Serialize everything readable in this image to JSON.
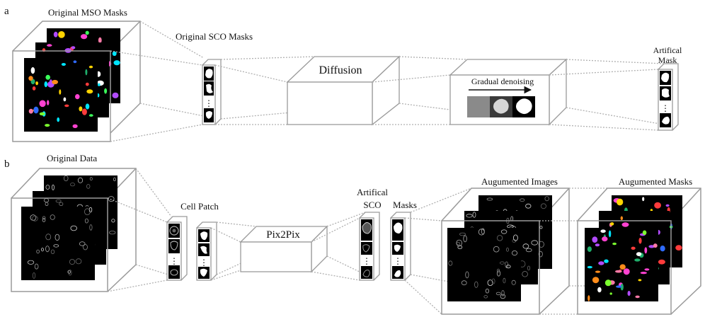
{
  "panel_a": {
    "letter": "a",
    "mso_label": "Original MSO Masks",
    "sco_label": "Original SCO Masks",
    "diffusion_label": "Diffusion",
    "denoise_label": "Gradual denoising",
    "artifical_mask_label_1": "Artifical",
    "artifical_mask_label_2": "Mask",
    "ellipsis": "⋮"
  },
  "panel_b": {
    "letter": "b",
    "original_data_label": "Original Data",
    "cell_patch_label": "Cell Patch",
    "pix2pix_label": "Pix2Pix",
    "artifical_label": "Artifical",
    "sco_label": "SCO",
    "masks_label": "Masks",
    "aug_images_label": "Augumented Images",
    "aug_masks_label": "Augumented Masks",
    "ellipsis": "⋮"
  },
  "colors": {
    "box_stroke": "#9a9a9a",
    "dotted": "#b0b0b0",
    "image_bg": "#000000",
    "mask_palette": [
      "#ff3b3b",
      "#ffd400",
      "#3bff5a",
      "#2f6bff",
      "#ff42d1",
      "#00e5ff",
      "#ff8c1a",
      "#b24bff",
      "#7cff2f",
      "#ffffff",
      "#ff7aa8",
      "#1fae6b"
    ]
  }
}
